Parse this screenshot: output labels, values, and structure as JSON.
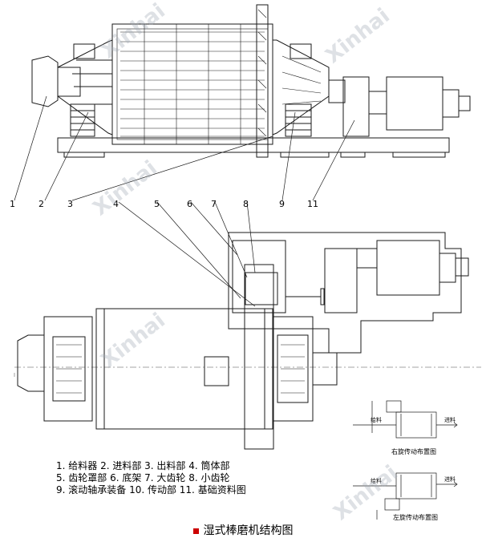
{
  "title": "湿式棒磨机结构图",
  "accent_color": "#cc0000",
  "line_color": "#1a1a1a",
  "watermark": "Xinhai",
  "callouts": [
    {
      "num": "1"
    },
    {
      "num": "2"
    },
    {
      "num": "3"
    },
    {
      "num": "4"
    },
    {
      "num": "5"
    },
    {
      "num": "6"
    },
    {
      "num": "7"
    },
    {
      "num": "8"
    },
    {
      "num": "9"
    },
    {
      "num": "11"
    }
  ],
  "legend": [
    "1. 给料器 2. 进料部 3. 出料部 4. 筒体部",
    "5. 齿轮罩部 6. 底架 7. 大齿轮 8. 小齿轮",
    "9. 滚动轴承装备 10. 传动部 11. 基础资料图"
  ],
  "sub_diagrams": [
    {
      "caption": "右旋传动布置图",
      "in_label": "给料",
      "out_label": "进料"
    },
    {
      "caption": "左旋传动布置图",
      "in_label": "给料",
      "out_label": "进料"
    }
  ]
}
